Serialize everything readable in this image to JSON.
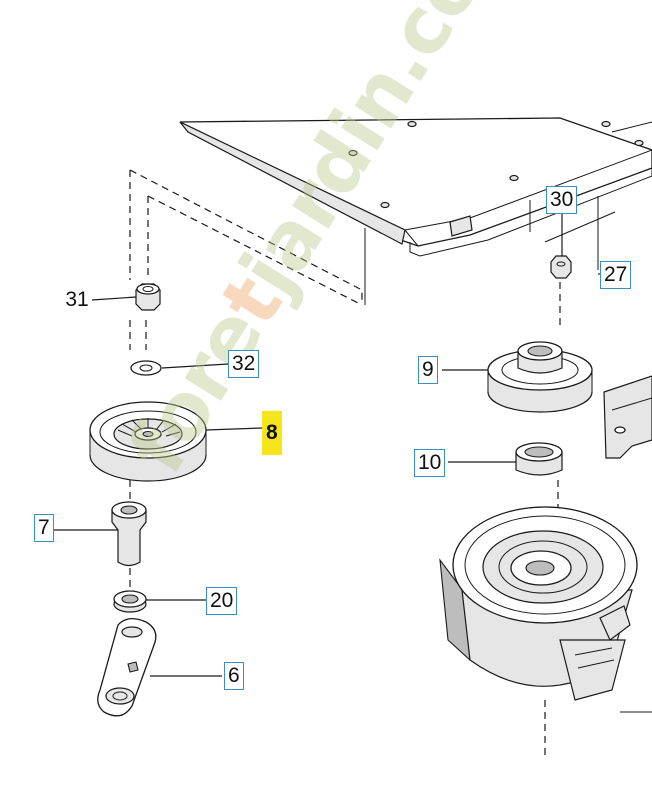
{
  "callouts": {
    "c31": "31",
    "c32": "32",
    "c8": "8",
    "c7": "7",
    "c20": "20",
    "c6": "6",
    "c30": "30",
    "c27": "27",
    "c9": "9",
    "c10": "10"
  },
  "watermark": {
    "part1": "fore",
    "part2": "t",
    "part3": "jardin.com"
  },
  "colors": {
    "callout_border": "#3a8fc0",
    "highlight": "#f6e619",
    "watermark_green": "#b9c98b",
    "watermark_orange": "#f0a665"
  }
}
